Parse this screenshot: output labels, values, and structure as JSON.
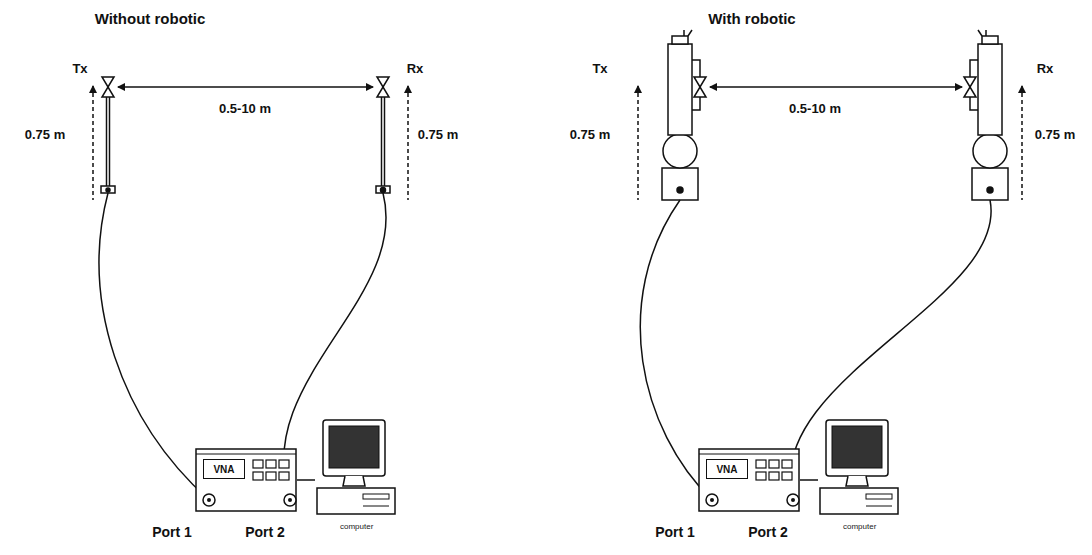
{
  "diagram": {
    "nodes": [
      {
        "text": [
          "VNA"
        ]
      },
      {
        "text": [
          "computer"
        ]
      },
      {
        "text": [
          "VNA"
        ]
      },
      {
        "text": [
          "computer"
        ]
      }
    ],
    "edges": [
      {
        "from": 0,
        "to": 1,
        "arrow": "none"
      },
      {
        "from": 2,
        "to": 3,
        "arrow": "none"
      }
    ],
    "labels": [
      "Without robotic",
      "Tx",
      "0.75 m",
      "0.5-10 m",
      "Rx",
      "0.75 m",
      "Port 1",
      "Port 2",
      "With robotic",
      "Tx",
      "0.75 m",
      "0.5-10 m",
      "Rx",
      "0.75 m",
      "Port 1",
      "Port 2"
    ]
  }
}
